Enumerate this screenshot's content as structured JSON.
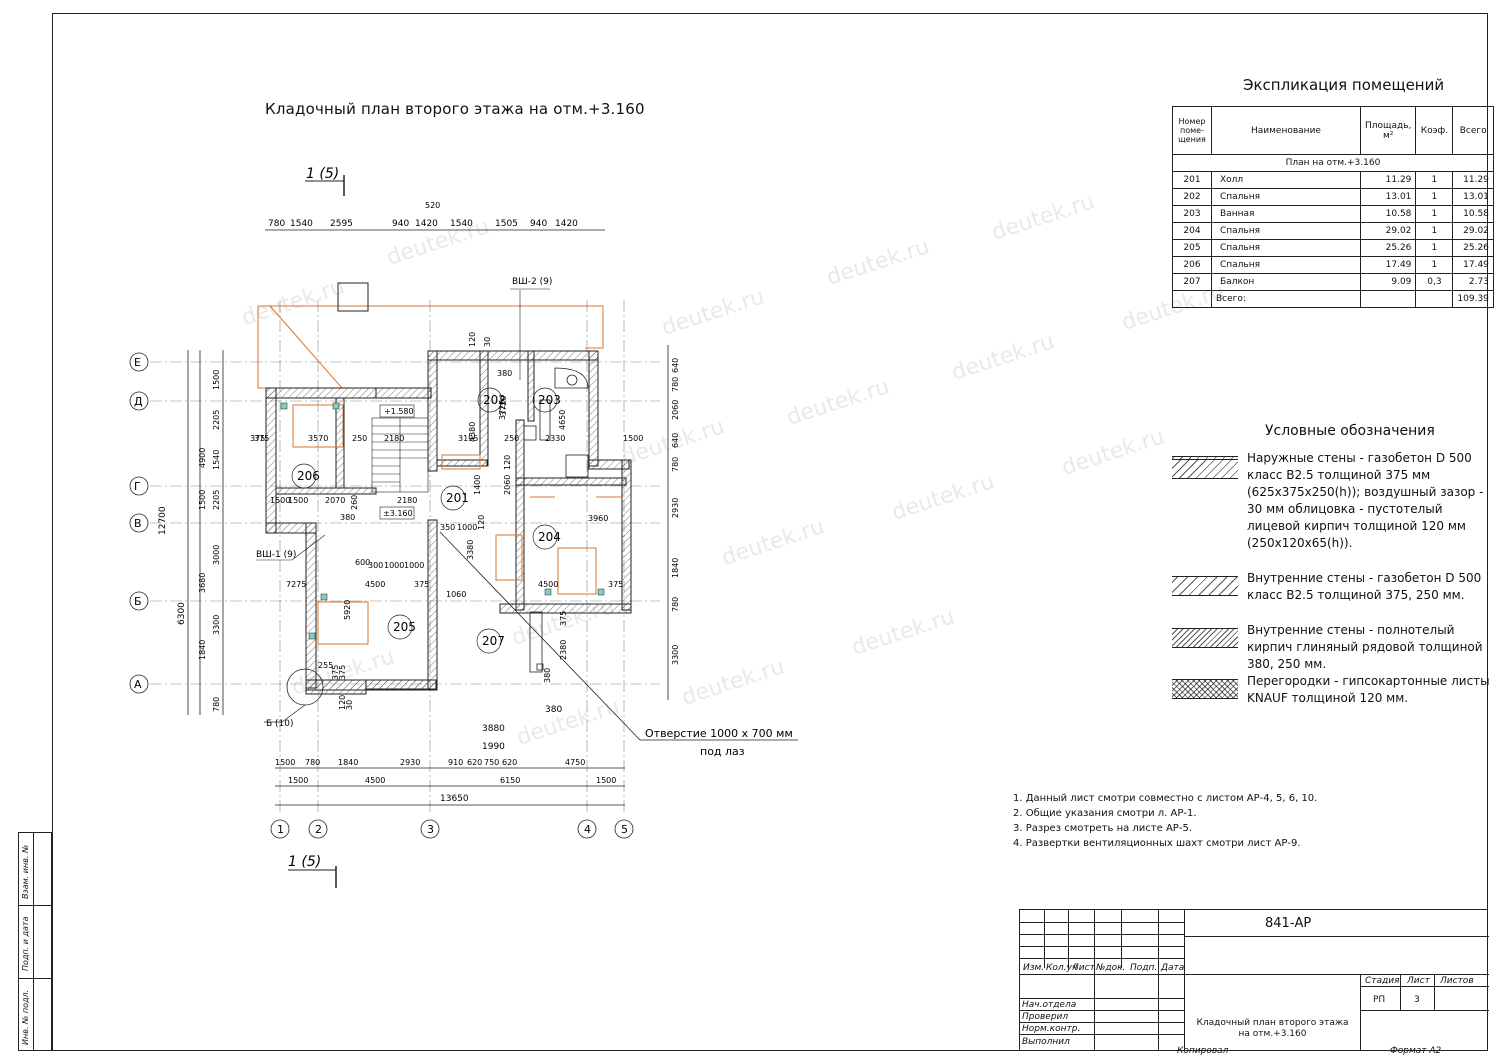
{
  "sheet_title": "Кладочный план второго этажа на отм.+3.160",
  "section_marks": {
    "top": "1 (5)",
    "bottom": "1 (5)"
  },
  "top_dims": [
    "780",
    "1540",
    "2595",
    "940",
    "1420",
    "1540",
    "1505",
    "940",
    "1420"
  ],
  "top_dim_520": "520",
  "bottom_dims_row1": [
    "1500",
    "780",
    "1840",
    "2930",
    "910",
    "620",
    "750",
    "620",
    "4750"
  ],
  "bottom_dims_row2": [
    "1500",
    "4500",
    "6150",
    "1500"
  ],
  "bottom_total": "13650",
  "bottom_dims_extra": [
    "3880",
    "1990",
    "380"
  ],
  "axes_x": [
    "1",
    "2",
    "3",
    "4",
    "5"
  ],
  "axes_y": [
    "Е",
    "Д",
    "Г",
    "В",
    "Б",
    "А"
  ],
  "left_dims": [
    "1500",
    "2205",
    "1540",
    "2205",
    "3000",
    "3300",
    "780"
  ],
  "left_dims_b": [
    "4900",
    "1500",
    "3680",
    "1840"
  ],
  "left_total": "12700",
  "left_partial": "6300",
  "right_dims": [
    "640",
    "780",
    "2060",
    "780",
    "640",
    "2930",
    "1840",
    "780",
    "3300"
  ],
  "rooms": [
    "201",
    "202",
    "203",
    "204",
    "205",
    "206",
    "207"
  ],
  "levels": [
    "+1.580",
    "±3.160"
  ],
  "plan_labels": {
    "vsh2": "ВШ-2 (9)",
    "vsh1": "ВШ-1 (9)",
    "b10": "Б (10)",
    "opening": "Отверстие 1000 x 700 мм",
    "opening_sub": "под лаз"
  },
  "inner_dims": [
    "375",
    "3570",
    "250",
    "2180",
    "3195",
    "4380",
    "3720",
    "380",
    "2330",
    "4650",
    "250",
    "1500",
    "375",
    "1500",
    "2070",
    "2180",
    "380",
    "260",
    "120",
    "1400",
    "2060",
    "1500",
    "3960",
    "350",
    "1000",
    "120",
    "3380",
    "600",
    "300",
    "1000",
    "1000",
    "4500",
    "375",
    "4500",
    "7275",
    "375",
    "375",
    "5920",
    "1060",
    "255",
    "375",
    "2380",
    "375",
    "380",
    "120",
    "30",
    "3720",
    "120",
    "30"
  ],
  "explication": {
    "title": "Экспликация помещений",
    "headers": [
      "Номер поме- щения",
      "Наименование",
      "Площадь, м²",
      "Коэф.",
      "Всего"
    ],
    "subheader": "План на отм.+3.160",
    "rows": [
      [
        "201",
        "Холл",
        "11.29",
        "1",
        "11.29"
      ],
      [
        "202",
        "Спальня",
        "13.01",
        "1",
        "13.01"
      ],
      [
        "203",
        "Ванная",
        "10.58",
        "1",
        "10.58"
      ],
      [
        "204",
        "Спальня",
        "29.02",
        "1",
        "29.02"
      ],
      [
        "205",
        "Спальня",
        "25.26",
        "1",
        "25.26"
      ],
      [
        "206",
        "Спальня",
        "17.49",
        "1",
        "17.49"
      ],
      [
        "207",
        "Балкон",
        "9.09",
        "0,3",
        "2.73"
      ]
    ],
    "total_label": "Всего:",
    "total_value": "109.39"
  },
  "legend": {
    "title": "Условные обозначения",
    "items": [
      "Наружные стены - газобетон D 500 класс В2.5 толщиной 375 мм (625x375x250(h)); воздушный зазор - 30 мм облицовка - пустотелый лицевой кирпич толщиной 120 мм (250x120x65(h)).",
      "Внутренние стены - газобетон D 500 класс В2.5 толщиной 375, 250 мм.",
      "Внутренние стены - полнотелый кирпич глиняный рядовой толщиной 380, 250 мм.",
      "Перегородки - гипсокартонные листы KNAUF толщиной 120 мм."
    ]
  },
  "notes": [
    "1. Данный лист смотри совместно с листом АР-4, 5, 6, 10.",
    "2. Общие указания смотри л. АР-1.",
    "3. Разрез смотреть на листе АР-5.",
    "4. Развертки вентиляционных шахт смотри лист АР-9."
  ],
  "stamp": {
    "code": "841-АР",
    "cols": [
      "Изм.",
      "Кол.уч",
      "Лист",
      "№док.",
      "Подп.",
      "Дата"
    ],
    "roles": [
      "Нач.отдела",
      "Проверил",
      "Норм.контр.",
      "Выполнил"
    ],
    "stage_headers": [
      "Стадия",
      "Лист",
      "Листов"
    ],
    "stage_values": [
      "РП",
      "3",
      ""
    ],
    "sheet_name": "Кладочный план второго этажа на отм.+3.160",
    "copied": "Копировал",
    "format": "Формат А2"
  },
  "side_strip": [
    "Взам. инв. №",
    "Подп. и дата",
    "Инв. № подл."
  ],
  "watermark": "deutek.ru"
}
